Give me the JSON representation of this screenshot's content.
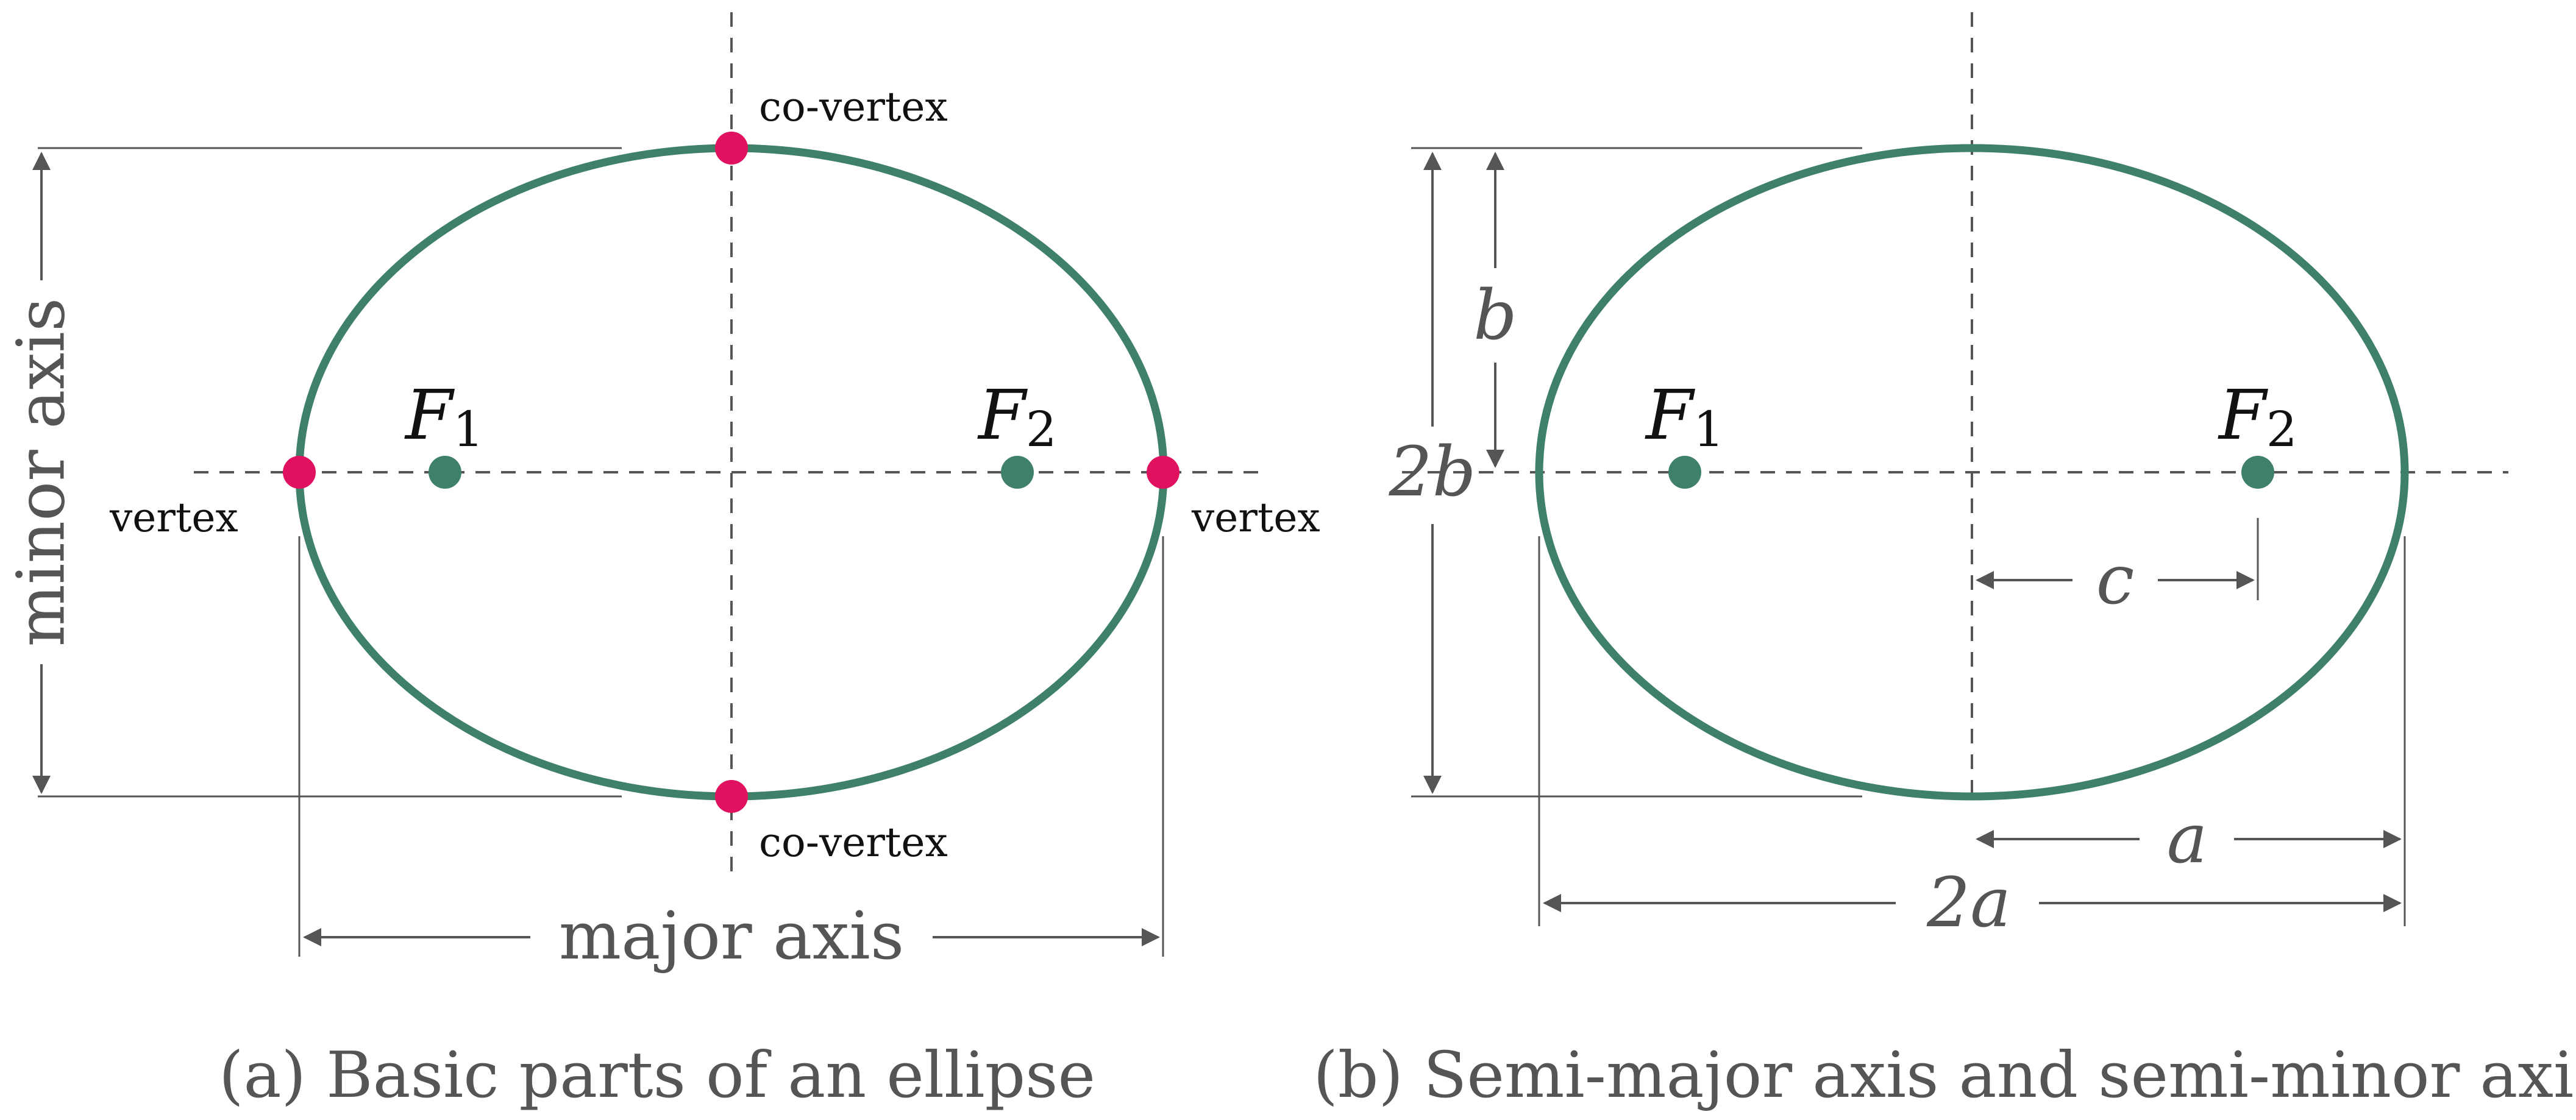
{
  "colors": {
    "ellipse": "#3f8068",
    "focus": "#3f8068",
    "vertex": "#e0115f",
    "guide": "#555555",
    "text": "#111111",
    "muted": "#555555"
  },
  "panel_a": {
    "caption": "(a) Basic parts of an ellipse",
    "co_vertex_top": "co-vertex",
    "co_vertex_bottom": "co-vertex",
    "vertex_left": "vertex",
    "vertex_right": "vertex",
    "focus1_letter": "F",
    "focus1_sub": "1",
    "focus2_letter": "F",
    "focus2_sub": "2",
    "major_axis": "major axis",
    "minor_axis": "minor axis"
  },
  "panel_b": {
    "caption": "(b) Semi-major axis and semi-minor axis",
    "focus1_letter": "F",
    "focus1_sub": "1",
    "focus2_letter": "F",
    "focus2_sub": "2",
    "b_label": "b",
    "two_b_label": "2b",
    "c_label": "c",
    "a_label": "a",
    "two_a_label": "2a"
  }
}
